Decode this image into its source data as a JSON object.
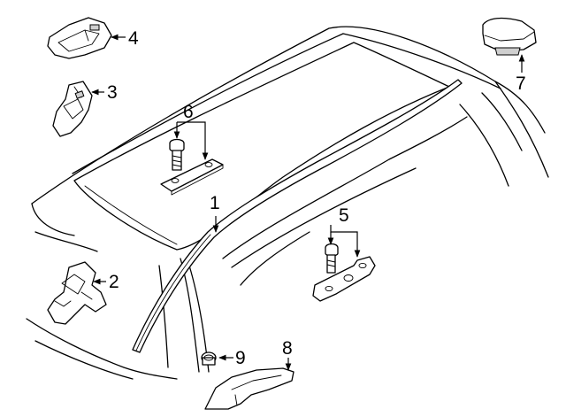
{
  "callouts": [
    {
      "id": "1",
      "label": "1"
    },
    {
      "id": "2",
      "label": "2"
    },
    {
      "id": "3",
      "label": "3"
    },
    {
      "id": "4",
      "label": "4"
    },
    {
      "id": "5",
      "label": "5"
    },
    {
      "id": "6",
      "label": "6"
    },
    {
      "id": "7",
      "label": "7"
    },
    {
      "id": "8",
      "label": "8"
    },
    {
      "id": "9",
      "label": "9"
    }
  ],
  "colors": {
    "line": "#000000",
    "background": "#ffffff",
    "shade": "#cfcfcf"
  }
}
